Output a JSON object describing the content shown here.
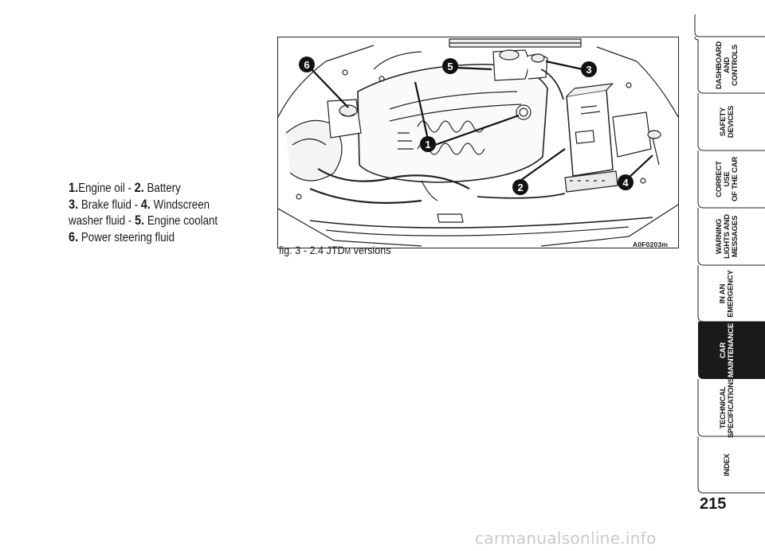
{
  "legend": {
    "items": [
      {
        "num": "1.",
        "text": "Engine oil -"
      },
      {
        "num": "2.",
        "text": "Battery"
      },
      {
        "num": "3.",
        "text": "Brake fluid -"
      },
      {
        "num": "4.",
        "text": "Windscreen washer fluid -"
      },
      {
        "num": "5.",
        "text": "Engine coolant"
      },
      {
        "num": "6.",
        "text": "Power steering fluid"
      }
    ]
  },
  "figure": {
    "code": "A0F0203m",
    "caption_prefix": "fig. 3 - 2.4 JTD",
    "caption_sc": "M",
    "caption_suffix": " versions",
    "callouts": [
      "1",
      "2",
      "3",
      "4",
      "5",
      "6"
    ]
  },
  "tabs": [
    {
      "label": "DASHBOARD\nAND\nCONTROLS",
      "active": false
    },
    {
      "label": "SAFETY\nDEVICES",
      "active": false
    },
    {
      "label": "CORRECT USE\nOF THE CAR",
      "active": false
    },
    {
      "label": "WARNING\nLIGHTS AND\nMESSAGES",
      "active": false
    },
    {
      "label": "IN AN\nEMERGENCY",
      "active": false
    },
    {
      "label": "CAR\nMAINTENANCE",
      "active": true
    },
    {
      "label": "TECHNICAL\nSPECIFICATIONS",
      "active": false
    },
    {
      "label": "INDEX",
      "active": false
    }
  ],
  "page_number": "215",
  "watermark": "carmanualsonline.info",
  "colors": {
    "tab_active": "#1a1a1a",
    "text": "#1a1a1a",
    "watermark": "#c9c9c9"
  }
}
